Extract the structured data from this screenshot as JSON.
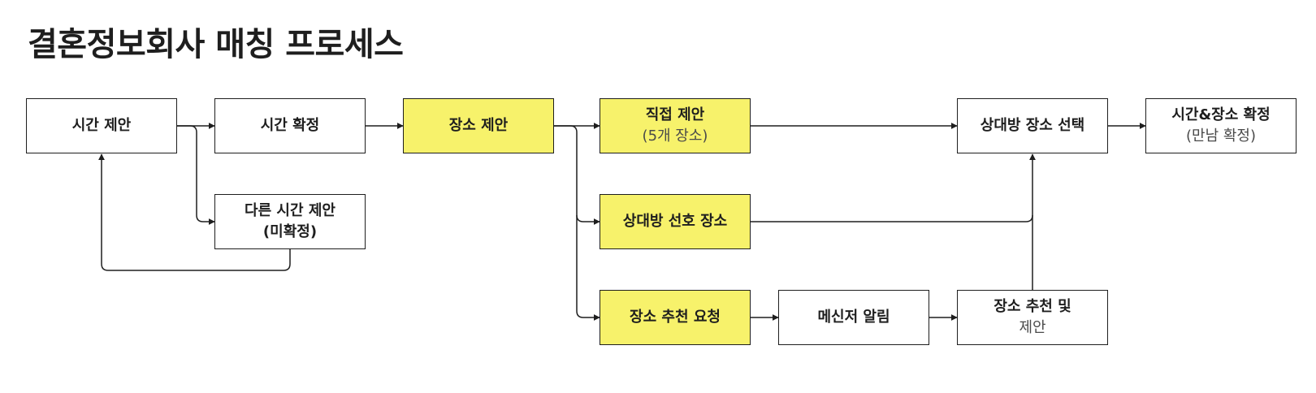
{
  "title": "결혼정보회사 매칭 프로세스",
  "colors": {
    "highlight": "#f7f26b",
    "border": "#1e1e1e",
    "connector": "#1e1e1e",
    "background": "#ffffff"
  },
  "nodes": {
    "time_proposal": {
      "label": "시간 제안"
    },
    "time_confirm": {
      "label": "시간 확정"
    },
    "place_proposal": {
      "label": "장소 제안"
    },
    "alt_time": {
      "label": "다른 시간 제안",
      "sub": "(미확정)"
    },
    "direct_proposal": {
      "label": "직접 제안",
      "sub": "(5개 장소)"
    },
    "preferred_place": {
      "label": "상대방 선호 장소"
    },
    "place_request": {
      "label": "장소 추천 요청"
    },
    "messenger": {
      "label": "메신저 알림"
    },
    "recommend": {
      "label": "장소 추천 및",
      "sub": "제안"
    },
    "partner_select": {
      "label": "상대방 장소 선택"
    },
    "final_confirm": {
      "label": "시간&장소 확정",
      "sub": "(만남 확정)"
    }
  }
}
